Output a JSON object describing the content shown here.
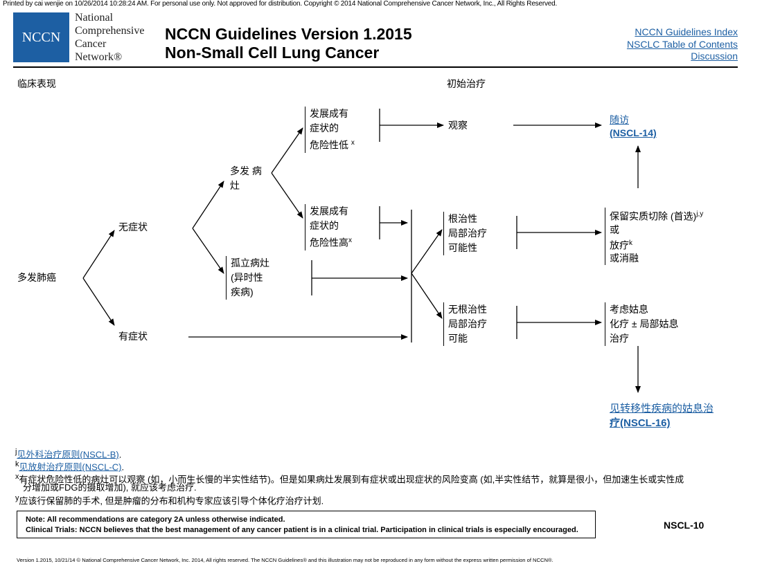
{
  "printed_line": "Printed by cai wenjie on 10/26/2014 10:28:24 AM. For personal use only. Not approved for distribution. Copyright © 2014 National Comprehensive Cancer Network, Inc., All Rights Reserved.",
  "header": {
    "logo_text": "NCCN",
    "org_name": "National\nComprehensive\nCancer\nNetwork®",
    "title_line1": "NCCN Guidelines Version 1.2015",
    "title_line2": "Non-Small Cell Lung Cancer",
    "links": [
      "NCCN Guidelines Index",
      "NSCLC Table of Contents",
      "Discussion"
    ]
  },
  "sections": {
    "clinical": "临床表现",
    "initial": "初始治疗"
  },
  "flow": {
    "root": "多发肺癌",
    "asymptomatic": "无症状",
    "symptomatic": "有症状",
    "multifocal": [
      "多发 病",
      "灶"
    ],
    "solitary": [
      "孤立病灶",
      "(异时性",
      "疾病)"
    ],
    "low_risk": [
      "发展成有",
      "症状的",
      "危险性低"
    ],
    "low_risk_sup": "x",
    "high_risk": [
      "发展成有",
      "症状的",
      "危险性高"
    ],
    "high_risk_sup": "x",
    "observe": "观察",
    "curative": [
      "根治性",
      "局部治疗",
      "可能性"
    ],
    "noncurative": [
      "无根治性",
      "局部治疗",
      "可能"
    ],
    "followup": "随访",
    "followup_ref": "(NSCL-14)",
    "surgery_lines": [
      "保留实质切除 (首选)",
      "或",
      "放疗",
      "或消融"
    ],
    "surgery_sup1": "j,y",
    "surgery_sup2": "k",
    "palliative": [
      "考虑姑息",
      "化疗 ± 局部姑息",
      "治疗"
    ],
    "metastatic_line1": "见转移性疾病的姑息治",
    "metastatic_line2": "疗(NSCL-16)"
  },
  "footnotes": {
    "j_mark": "j",
    "j_text": "见外科治疗原则(NSCL-B)",
    "j_tail": ".",
    "k_mark": "k",
    "k_text": "见放射治疗原则(NSCL-C)",
    "k_tail": ".",
    "x_mark": "x",
    "x_text": "有症状危险性低的病灶可以观察 (如，小而生长慢的半实性结节)。但是如果病灶发展到有症状或出现症状的风险变高 (如,半实性结节，就算是很小，但加速生长或实性成",
    "x_text2": "分增加或FDG的摄取增加), 就应该考虑治疗.",
    "y_mark": "y",
    "y_text": "应该行保留肺的手术, 但是肿瘤的分布和机构专家应该引导个体化疗治疗计划."
  },
  "note_line1": "Note:  All recommendations are category 2A unless otherwise indicated.",
  "note_line2": "Clinical Trials: NCCN believes that the best management of any cancer patient is in a clinical trial. Participation in clinical trials is especially encouraged.",
  "page_id": "NSCL-10",
  "copyright": "Version 1.2015, 10/21/14 © National Comprehensive Cancer Network, Inc. 2014, All rights reserved. The NCCN Guidelines® and this illustration may not be reproduced in any form without the express written permission of NCCN®.",
  "colors": {
    "brand_blue": "#1d5fa3",
    "link_blue": "#1d5fa3"
  }
}
